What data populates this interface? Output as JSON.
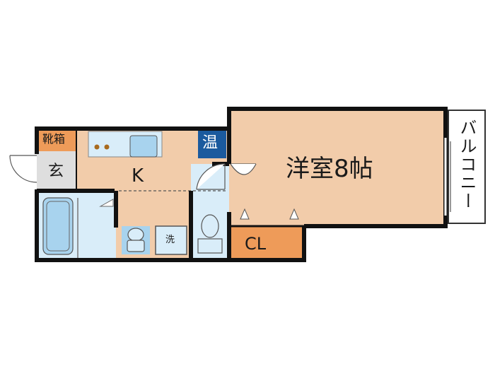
{
  "labels": {
    "shoe_box": "靴箱",
    "entrance": "玄",
    "kitchen": "K",
    "water_heater": "温",
    "western_room": "洋室8帖",
    "closet": "CL",
    "balcony": "バルコニー",
    "washer": "洗"
  },
  "colors": {
    "wall": "#111111",
    "room_floor": "#f2ccaa",
    "closet_floor": "#ee9b59",
    "wet_area": "#d9edf9",
    "fixture": "#a8d3ee",
    "entrance_floor": "#dedede",
    "water_heater_box": "#1b5a9e",
    "shoe_box": "#ee9b59",
    "stove_burner": "#a86a1e",
    "balcony": "#ffffff"
  },
  "icons": [
    "door-swing-icon",
    "bathtub-icon",
    "toilet-icon",
    "washbasin-icon",
    "stove-icon",
    "sink-icon"
  ]
}
